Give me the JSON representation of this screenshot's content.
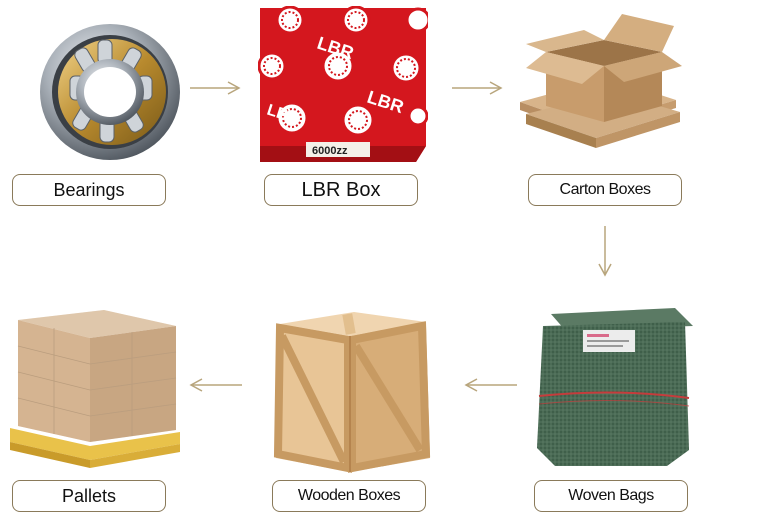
{
  "steps": [
    {
      "label": "Bearings"
    },
    {
      "label": "LBR Box"
    },
    {
      "label": "Carton Boxes"
    },
    {
      "label": "Woven Bags"
    },
    {
      "label": "Wooden Boxes"
    },
    {
      "label": "Pallets"
    }
  ],
  "lbr_box": {
    "logo": "LBR",
    "model": "6000zz"
  },
  "colors": {
    "label_border": "#8a7a5a",
    "arrow": "#b8a57c",
    "box_red": "#d4171e"
  }
}
